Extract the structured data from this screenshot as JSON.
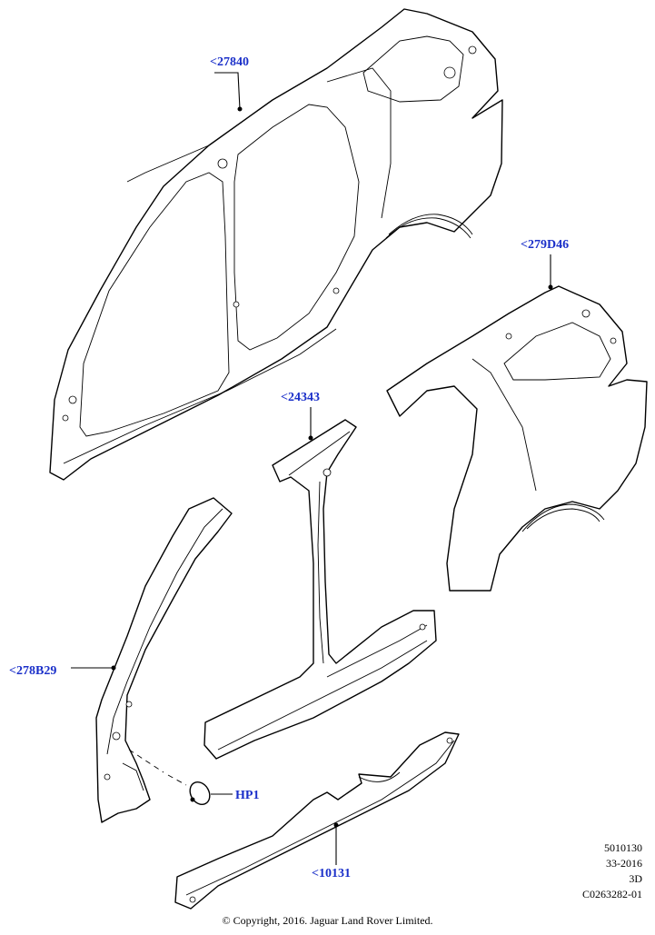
{
  "callouts": {
    "c1": "<27840",
    "c2": "<279D46",
    "c3": "<24343",
    "c4": "<278B29",
    "c5": "HP1",
    "c6": "<10131"
  },
  "meta": {
    "line1": "5010130",
    "line2": "33-2016",
    "line3": "3D",
    "line4": "C0263282-01"
  },
  "copyright": "© Copyright, 2016. Jaguar Land Rover Limited.",
  "colors": {
    "callout": "#1a2fc9",
    "line": "#000000",
    "background": "#ffffff"
  }
}
